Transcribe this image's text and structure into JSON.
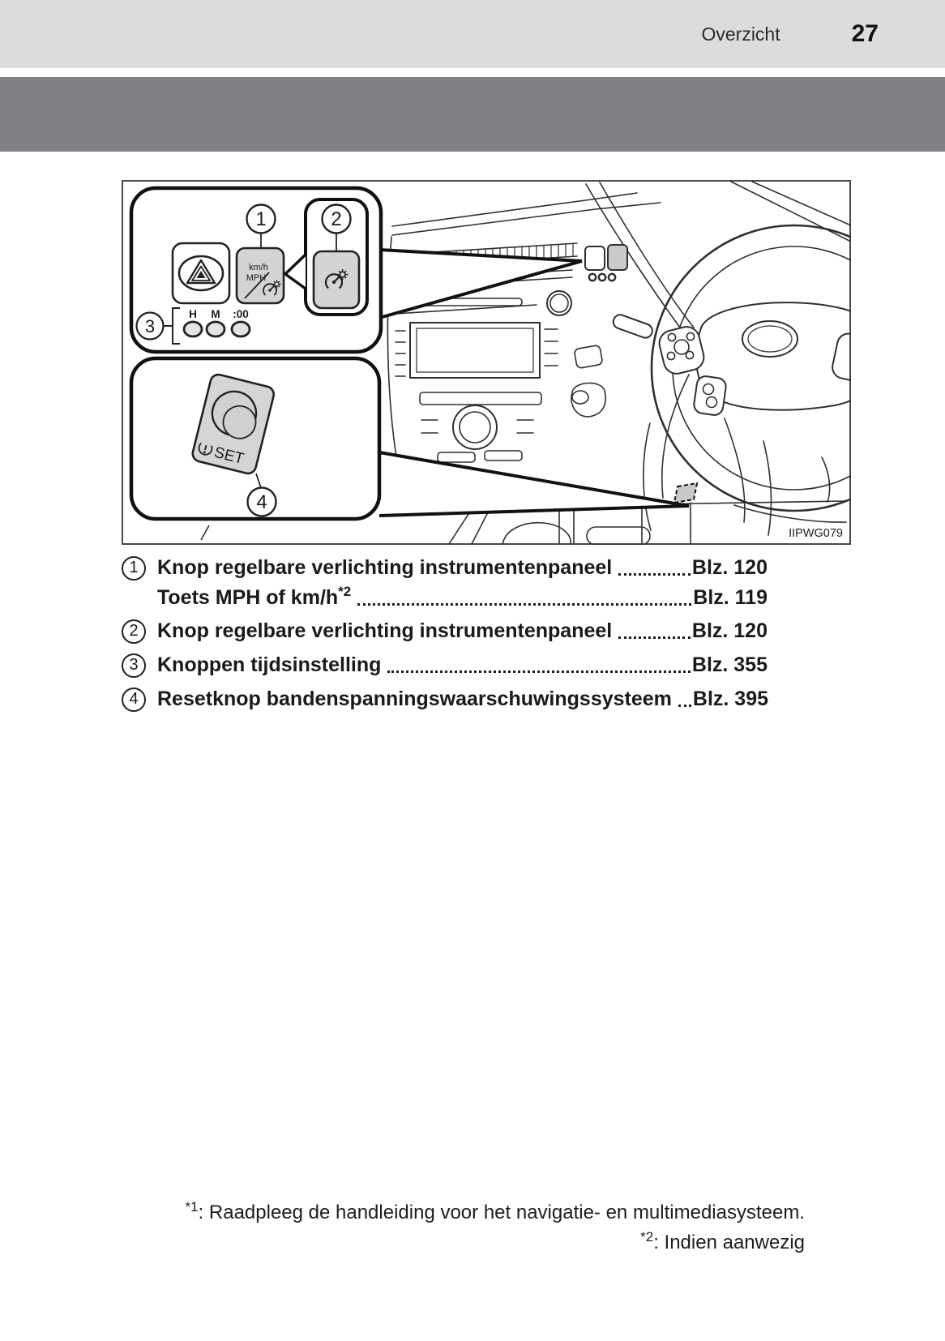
{
  "header": {
    "section_title": "Overzicht",
    "page_number": "27"
  },
  "figure": {
    "code": "IIPWG079",
    "callout_numbers": {
      "one": "1",
      "two": "2",
      "three": "3",
      "four": "4"
    },
    "button_labels": {
      "speed_unit_line1": "km/h",
      "speed_unit_line2": "MPH",
      "clock_hour": "H",
      "clock_minute": "M",
      "clock_round": ":00",
      "tpms_set": "SET"
    }
  },
  "list": {
    "rows": [
      {
        "num": "1",
        "label": "Knop regelbare verlichting instrumentenpaneel",
        "sup": "",
        "page": "Blz. 120"
      },
      {
        "num": "",
        "label": "Toets MPH of km/h",
        "sup": "*2",
        "page": "Blz. 119"
      },
      {
        "num": "2",
        "label": "Knop regelbare verlichting instrumentenpaneel",
        "sup": "",
        "page": "Blz. 120"
      },
      {
        "num": "3",
        "label": "Knoppen tijdsinstelling",
        "sup": "",
        "page": "Blz. 355"
      },
      {
        "num": "4",
        "label": "Resetknop bandenspanningswaarschuwingssysteem",
        "sup": "",
        "page": "Blz. 395"
      }
    ]
  },
  "footnotes": [
    {
      "marker": "*1",
      "text": ": Raadpleeg de handleiding voor het navigatie- en multimediasysteem."
    },
    {
      "marker": "*2",
      "text": ": Indien aanwezig"
    }
  ]
}
